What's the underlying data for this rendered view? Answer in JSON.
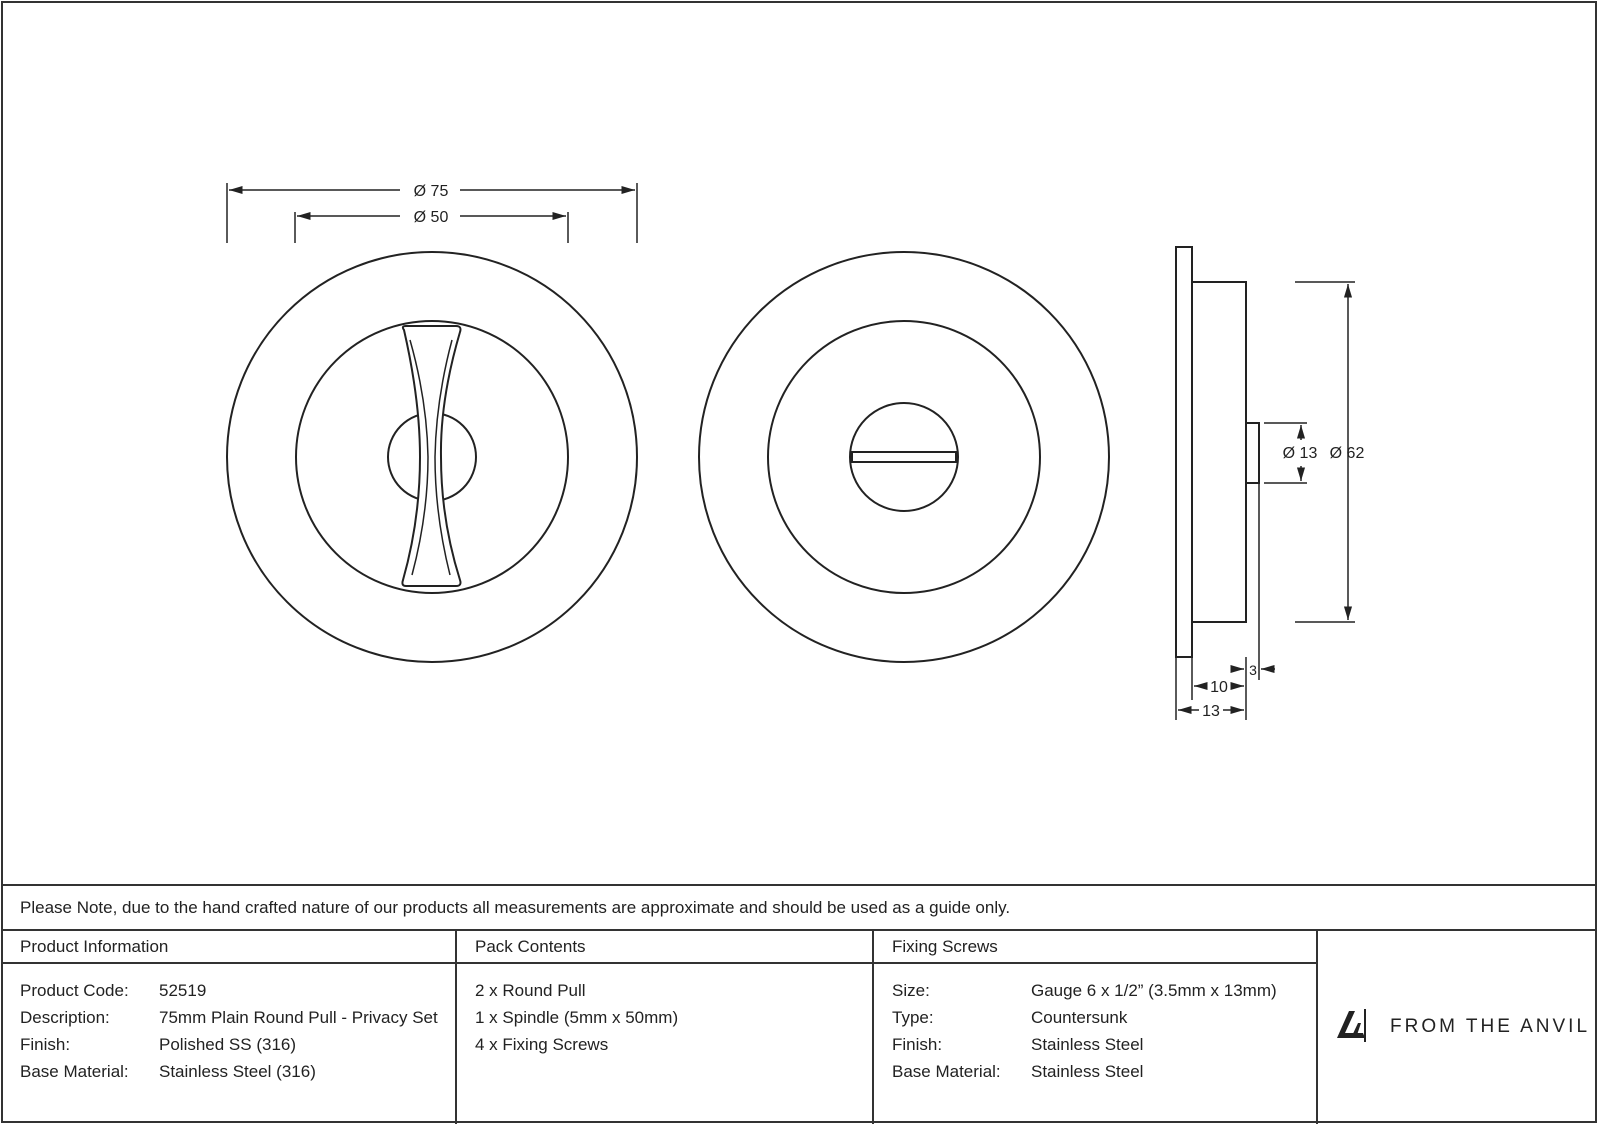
{
  "drawing": {
    "front_view": {
      "outer_dia": "Ø 75",
      "inner_dia": "Ø 50"
    },
    "side_view": {
      "spindle_dia": "Ø 13",
      "body_dia": "Ø 62",
      "depth_total": "13",
      "depth_body": "10",
      "depth_spindle": "3"
    }
  },
  "note": "Please Note, due to the hand crafted nature of our products all measurements are approximate and should be used as a guide only.",
  "product_info": {
    "heading": "Product Information",
    "rows": [
      {
        "key": "Product Code:",
        "value": "52519"
      },
      {
        "key": "Description:",
        "value": "75mm Plain Round Pull - Privacy Set"
      },
      {
        "key": "Finish:",
        "value": "Polished SS (316)"
      },
      {
        "key": "Base Material:",
        "value": "Stainless Steel (316)"
      }
    ]
  },
  "pack_contents": {
    "heading": "Pack Contents",
    "items": [
      "2 x Round Pull",
      "1 x Spindle (5mm x 50mm)",
      "4 x Fixing Screws"
    ]
  },
  "fixing_screws": {
    "heading": "Fixing Screws",
    "rows": [
      {
        "key": "Size:",
        "value": "Gauge 6 x 1/2” (3.5mm x 13mm)"
      },
      {
        "key": "Type:",
        "value": "Countersunk"
      },
      {
        "key": "Finish:",
        "value": "Stainless Steel"
      },
      {
        "key": "Base Material:",
        "value": "Stainless Steel"
      }
    ]
  },
  "brand": {
    "name": "FROM THE ANVIL",
    "icon": "anvil-logo-icon"
  }
}
